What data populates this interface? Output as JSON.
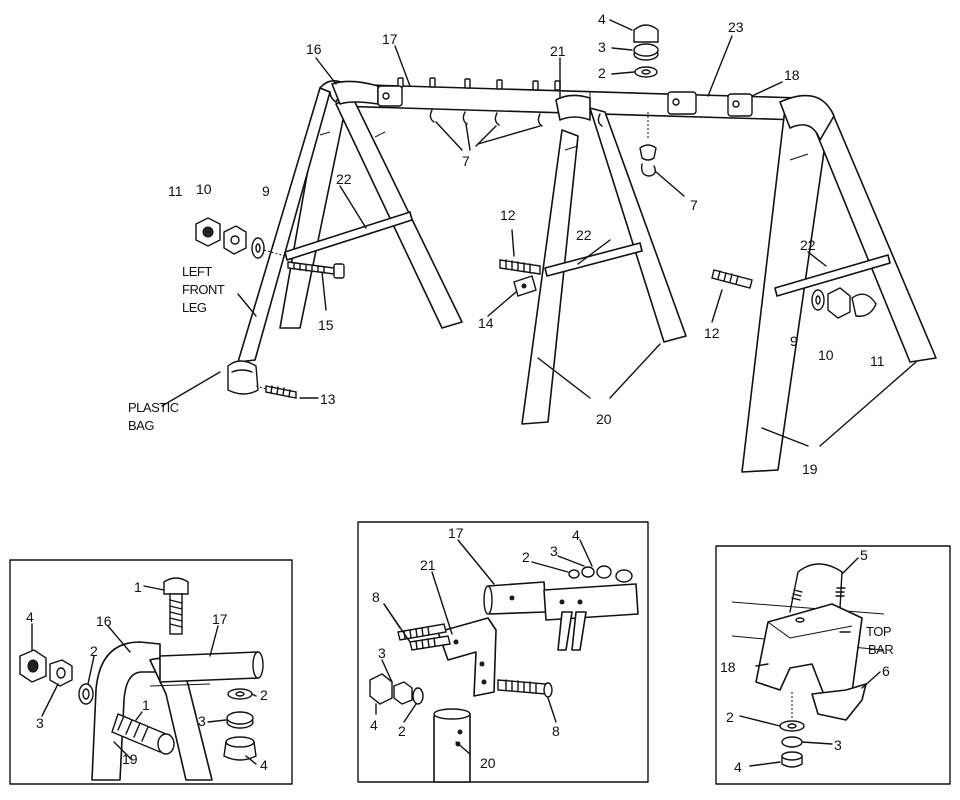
{
  "main_view": {
    "labels": {
      "l16": "16",
      "l17": "17",
      "l21": "21",
      "l23": "23",
      "l18": "18",
      "l4": "4",
      "l3": "3",
      "l2": "2",
      "l7a": "7",
      "l7b": "7",
      "l11a": "11",
      "l10a": "10",
      "l9a": "9",
      "l22a": "22",
      "l22b": "22",
      "l22c": "22",
      "l12a": "12",
      "l12b": "12",
      "l14": "14",
      "l15": "15",
      "l13": "13",
      "l9b": "9",
      "l10b": "10",
      "l11b": "11",
      "l20": "20",
      "l19": "19"
    },
    "left_front_leg": [
      "LEFT",
      "FRONT",
      "LEG"
    ],
    "plastic_bag": [
      "PLASTIC",
      "BAG"
    ]
  },
  "inset_left": {
    "labels": {
      "l1a": "1",
      "l16": "16",
      "l17": "17",
      "l4a": "4",
      "l3a": "3",
      "l2a": "2",
      "l1b": "1",
      "l19": "19",
      "l2b": "2",
      "l3b": "3",
      "l4b": "4"
    }
  },
  "inset_middle": {
    "labels": {
      "l17": "17",
      "l4": "4",
      "l2a": "2",
      "l3a": "3",
      "l21": "21",
      "l8a": "8",
      "l3b": "3",
      "l4b": "4",
      "l2b": "2",
      "l8b": "8",
      "l20": "20"
    }
  },
  "inset_right": {
    "labels": {
      "l5": "5",
      "l18": "18",
      "l6": "6",
      "l2": "2",
      "l3": "3",
      "l4": "4"
    },
    "top_bar": [
      "TOP",
      "BAR"
    ]
  }
}
